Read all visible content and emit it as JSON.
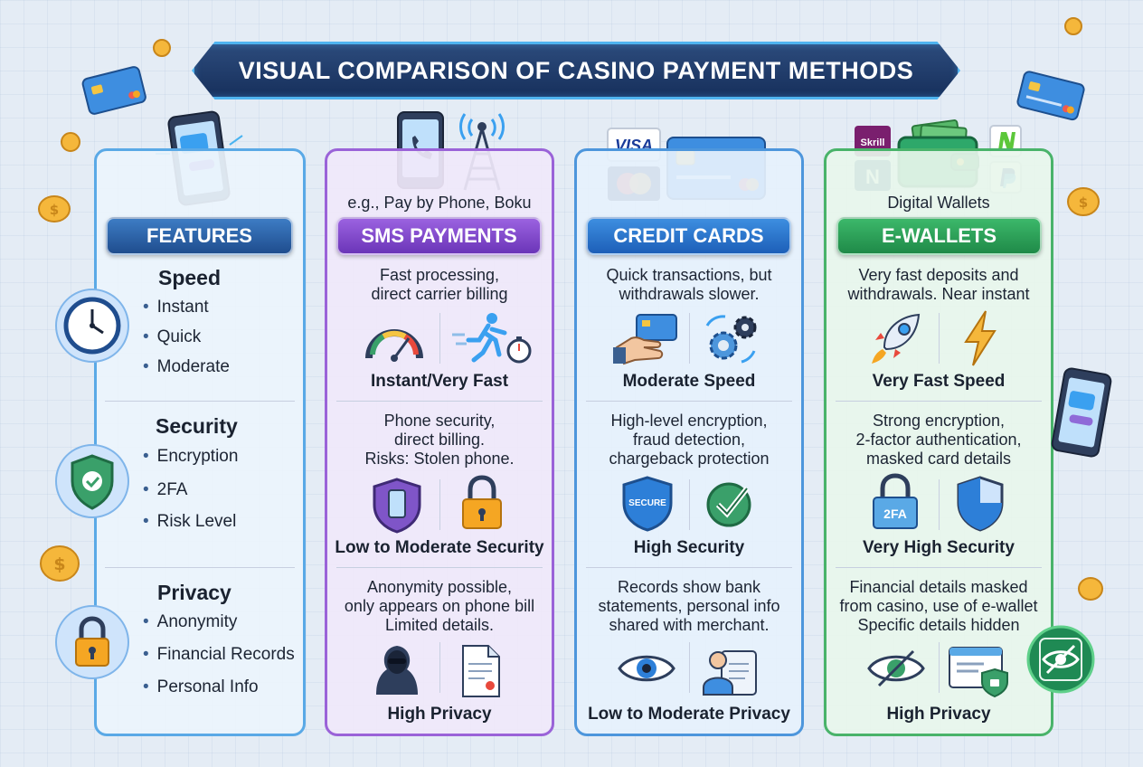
{
  "title": "VISUAL COMPARISON OF CASINO PAYMENT METHODS",
  "features": {
    "header": "FEATURES",
    "speed": {
      "title": "Speed",
      "items": [
        "Instant",
        "Quick",
        "Moderate"
      ]
    },
    "security": {
      "title": "Security",
      "items": [
        "Encryption",
        "2FA",
        "Risk Level"
      ]
    },
    "privacy": {
      "title": "Privacy",
      "items": [
        "Anonymity",
        "Financial Records",
        "Personal Info"
      ]
    }
  },
  "sms": {
    "example": "e.g., Pay by Phone, Boku",
    "header": "SMS PAYMENTS",
    "speed_desc": "Fast processing,\ndirect carrier billing",
    "speed_label": "Instant/Very Fast",
    "security_desc": "Phone security,\ndirect billing.\nRisks: Stolen phone.",
    "security_label": "Low to Moderate Security",
    "privacy_desc": "Anonymity possible,\nonly appears on phone bill\nLimited details.",
    "privacy_label": "High Privacy"
  },
  "credit": {
    "header": "CREDIT CARDS",
    "visa": "VISA",
    "speed_desc": "Quick transactions, but\nwithdrawals slower.",
    "speed_label": "Moderate Speed",
    "security_desc": "High-level encryption,\nfraud detection,\nchargeback protection",
    "security_label": "High Security",
    "secure_badge": "SECURE",
    "privacy_desc": "Records show bank\nstatements, personal info\nshared with merchant.",
    "privacy_label": "Low to Moderate Privacy"
  },
  "ewallet": {
    "example": "Digital Wallets",
    "skrill": "Skrill",
    "neteller": "N",
    "header": "E-WALLETS",
    "speed_desc": "Very fast deposits and\nwithdrawals. Near instant",
    "speed_label": "Very Fast Speed",
    "security_desc": "Strong encryption,\n2-factor authentication,\nmasked card details",
    "security_label": "Very High Security",
    "twofa_badge": "2FA",
    "privacy_desc": "Financial details masked\nfrom casino, use of e-wallet\nSpecific details hidden",
    "privacy_label": "High Privacy"
  },
  "colors": {
    "features": "#5aa9e6",
    "sms": "#9a63d8",
    "credit": "#4d96dc",
    "ewallet": "#49b36a"
  }
}
